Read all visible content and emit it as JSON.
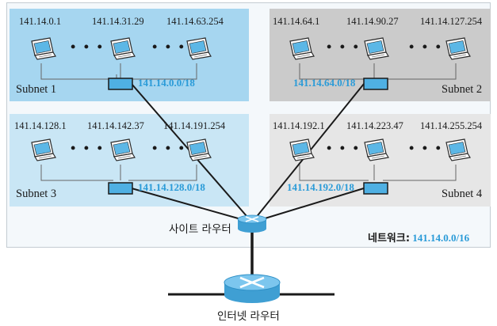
{
  "subnets": [
    {
      "name": "Subnet 1",
      "network": "141.14.0.0/18",
      "ips": [
        "141.14.0.1",
        "141.14.31.29",
        "141.14.63.254"
      ]
    },
    {
      "name": "Subnet 2",
      "network": "141.14.64.0/18",
      "ips": [
        "141.14.64.1",
        "141.14.90.27",
        "141.14.127.254"
      ]
    },
    {
      "name": "Subnet 3",
      "network": "141.14.128.0/18",
      "ips": [
        "141.14.128.1",
        "141.14.142.37",
        "141.14.191.254"
      ]
    },
    {
      "name": "Subnet 4",
      "network": "141.14.192.0/18",
      "ips": [
        "141.14.192.1",
        "141.14.223.47",
        "141.14.255.254"
      ]
    }
  ],
  "ellipsis": "• • •",
  "site_router_label": "사이트 라우터",
  "internet_router_label": "인터넷 라우터",
  "network_caption": {
    "label": "네트워크:",
    "value": "141.14.0.0/16"
  },
  "colors": {
    "subnet1_bg": "#a6d6f0",
    "subnet2_bg": "#cbcbcb",
    "subnet3_bg": "#c9e6f5",
    "subnet4_bg": "#e6e6e6",
    "accent": "#2a9bd8",
    "router_blue": "#5cb7e6",
    "switch_blue": "#4fb0e3"
  },
  "icons": [
    "laptop-icon",
    "switch-icon",
    "router-icon"
  ]
}
